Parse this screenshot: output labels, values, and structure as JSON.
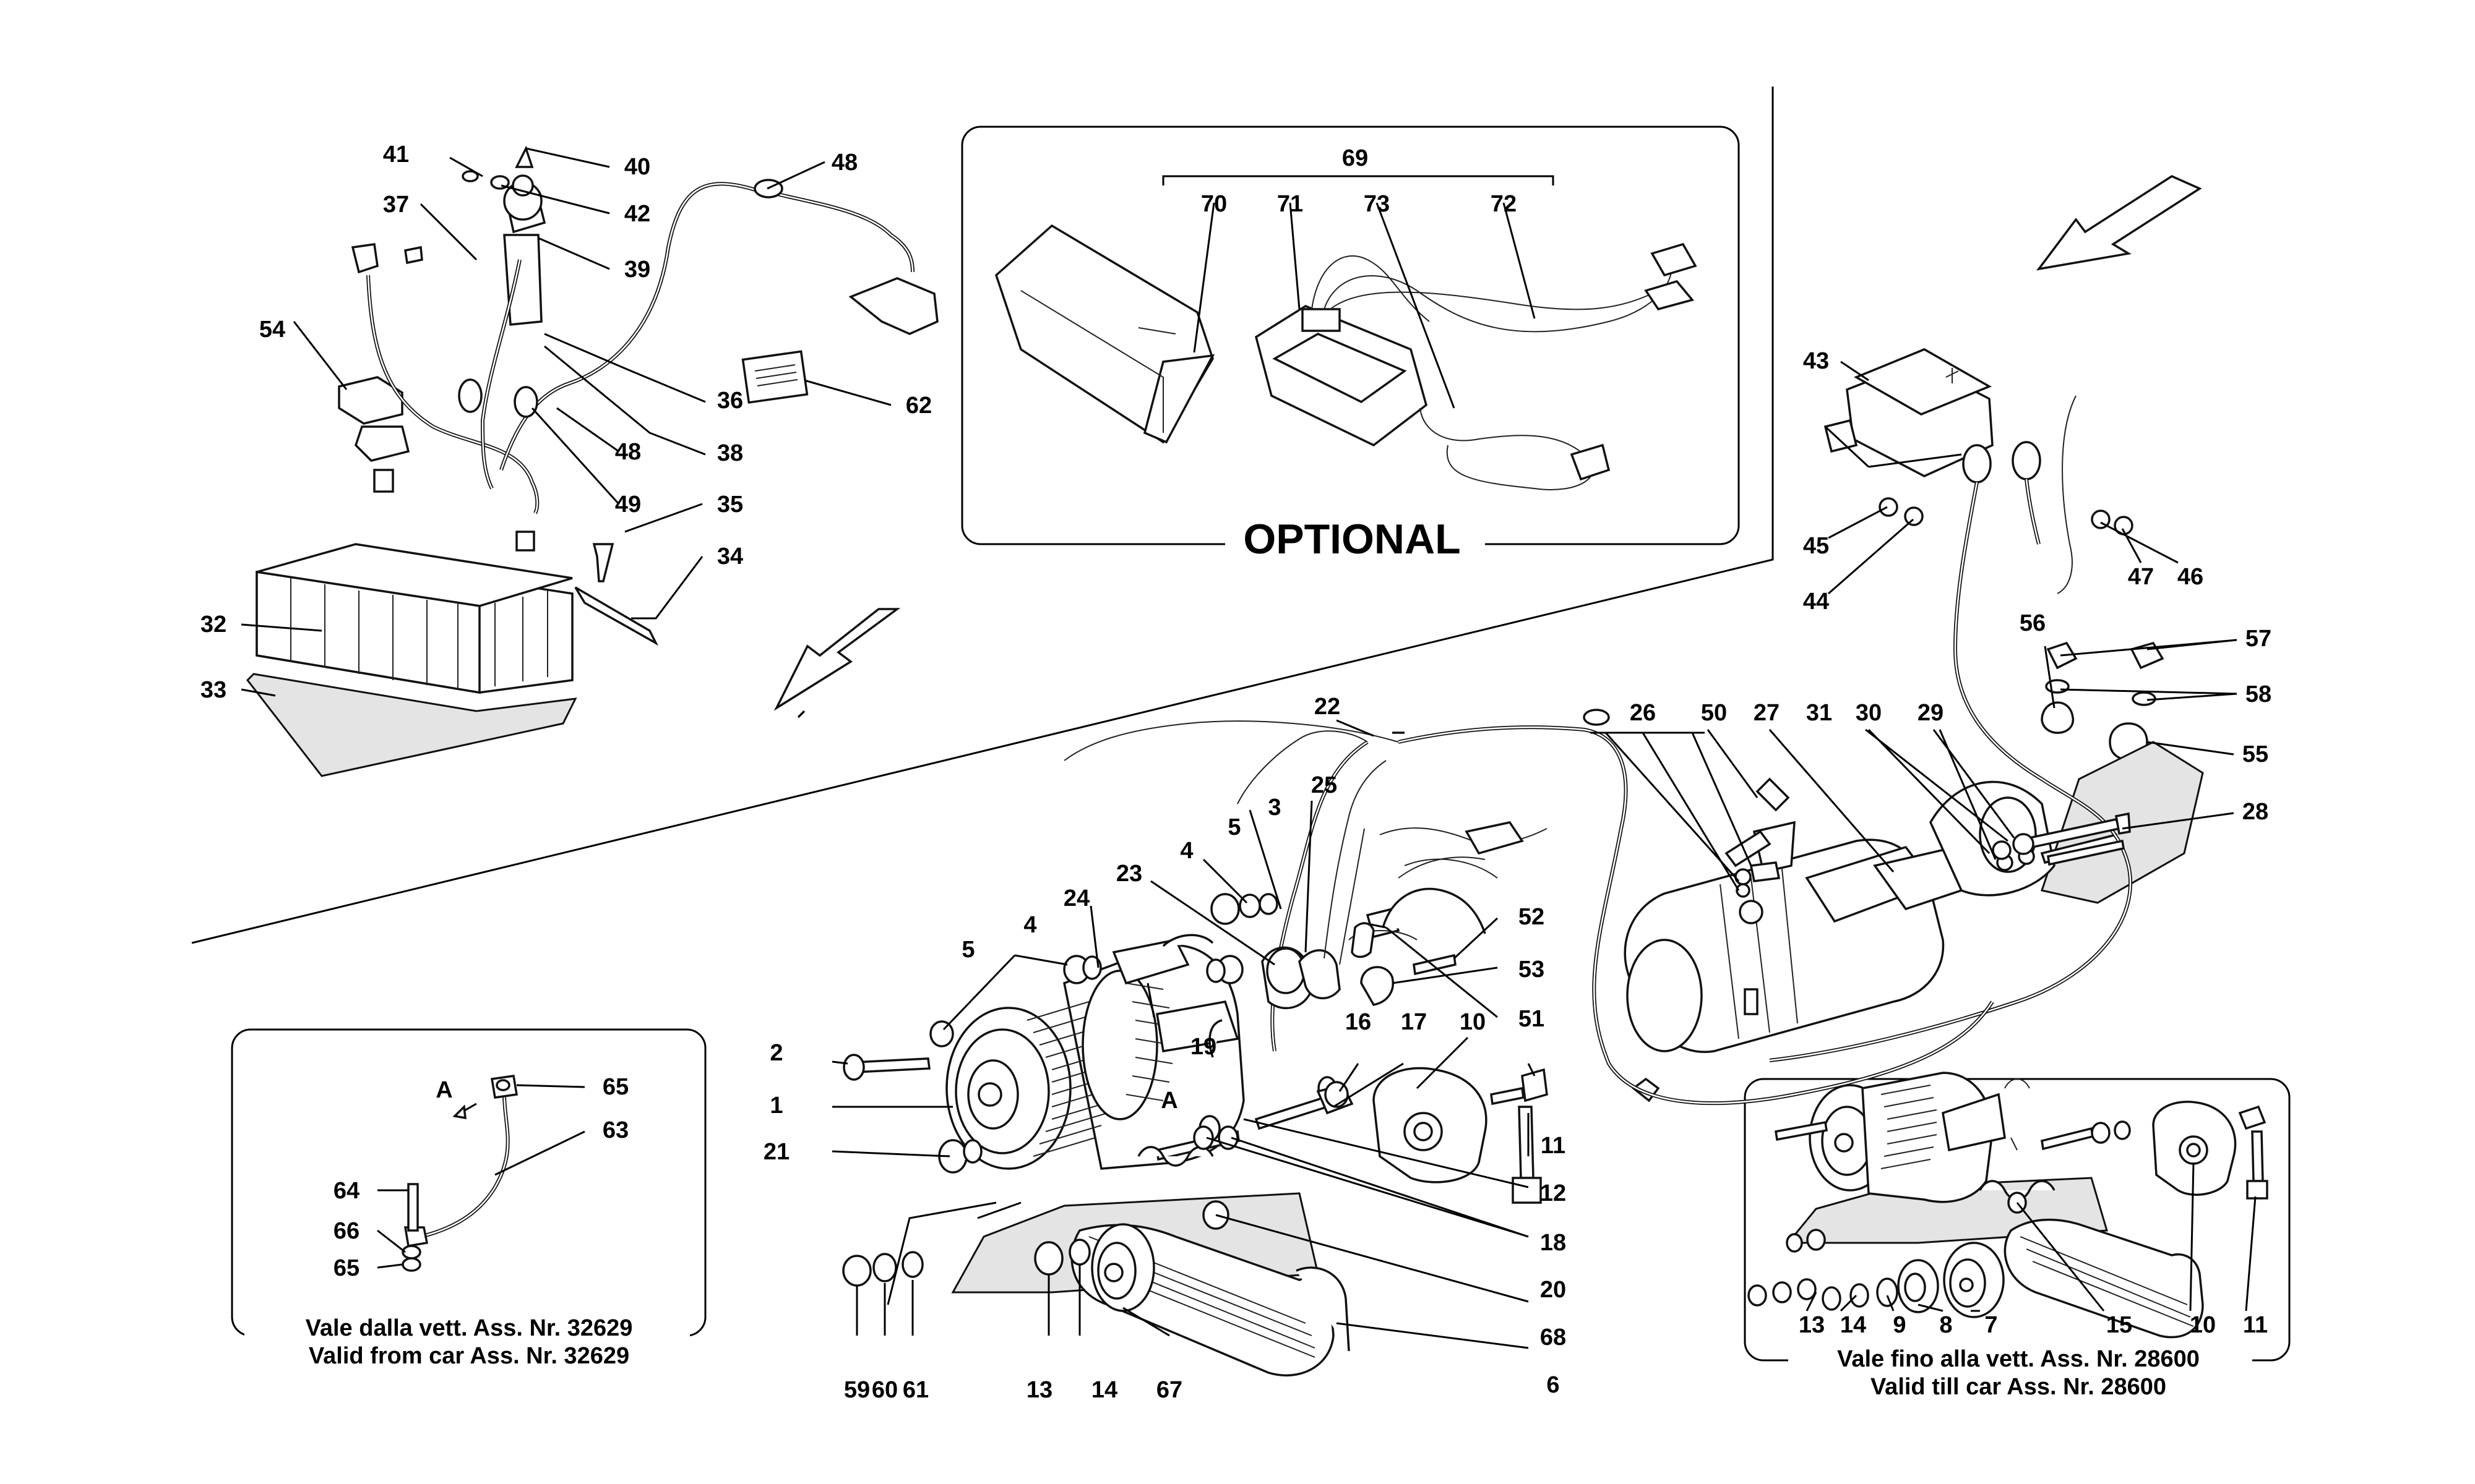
{
  "labels": {
    "l1": "1",
    "l2": "2",
    "l3": "3",
    "l4": "4",
    "l4b": "4",
    "l5": "5",
    "l5b": "5",
    "l6": "6",
    "l7": "7",
    "l8": "8",
    "l9": "9",
    "l10": "10",
    "l10b": "10",
    "l11": "11",
    "l11b": "11",
    "l12": "12",
    "l13": "13",
    "l13b": "13",
    "l14": "14",
    "l14b": "14",
    "l15": "15",
    "l16": "16",
    "l17": "17",
    "l18": "18",
    "l19": "19",
    "l20": "20",
    "l21": "21",
    "l22": "22",
    "l23": "23",
    "l24": "24",
    "l25": "25",
    "l26": "26",
    "l27": "27",
    "l28": "28",
    "l29": "29",
    "l30": "30",
    "l31": "31",
    "l32": "32",
    "l33": "33",
    "l34": "34",
    "l35": "35",
    "l36": "36",
    "l37": "37",
    "l38": "38",
    "l39": "39",
    "l40": "40",
    "l41": "41",
    "l42": "42",
    "l43": "43",
    "l44": "44",
    "l45": "45",
    "l46": "46",
    "l47": "47",
    "l48": "48",
    "l48b": "48",
    "l49": "49",
    "l50": "50",
    "l51": "51",
    "l52": "52",
    "l53": "53",
    "l54": "54",
    "l55": "55",
    "l56": "56",
    "l57": "57",
    "l58": "58",
    "l59": "59",
    "l60": "60",
    "l61": "61",
    "l62": "62",
    "l63": "63",
    "l64": "64",
    "l65": "65",
    "l65b": "65",
    "l66": "66",
    "l67": "67",
    "l68": "68",
    "l69": "69",
    "l70": "70",
    "l71": "71",
    "l72": "72",
    "l73": "73",
    "lA1": "A",
    "lA2": "A"
  },
  "optional_label": "OPTIONAL",
  "captions": {
    "left_it": "Vale dalla vett. Ass. Nr. 32629",
    "left_en": "Valid from car Ass. Nr. 32629",
    "right_it": "Vale fino alla vett. Ass. Nr. 28600",
    "right_en": "Valid till car Ass. Nr. 28600"
  }
}
